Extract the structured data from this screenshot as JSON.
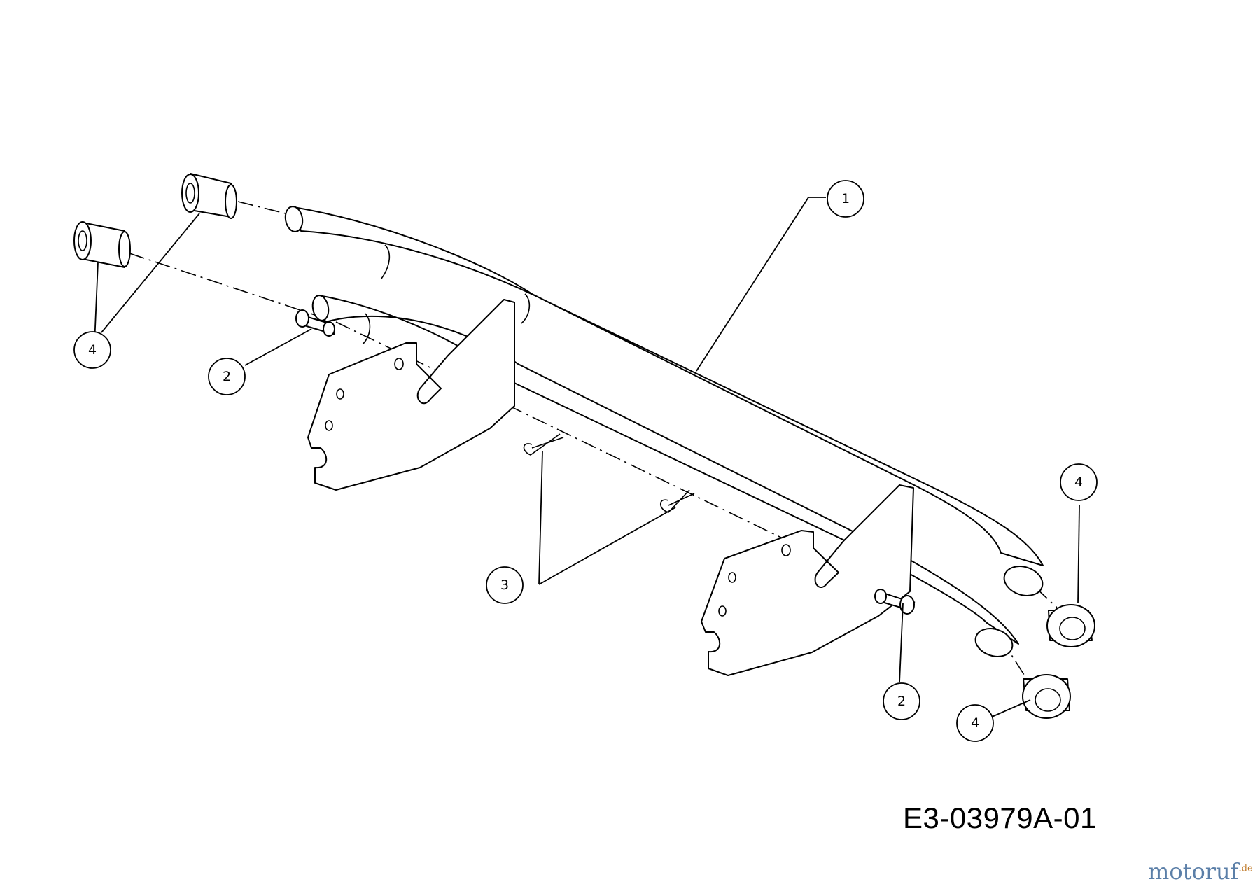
{
  "drawing": {
    "code": "E3-03979A-01"
  },
  "callouts": [
    {
      "id": "c1",
      "label": "1"
    },
    {
      "id": "c2a",
      "label": "2"
    },
    {
      "id": "c2b",
      "label": "2"
    },
    {
      "id": "c3",
      "label": "3"
    },
    {
      "id": "c4a",
      "label": "4"
    },
    {
      "id": "c4b",
      "label": "4"
    },
    {
      "id": "c4c",
      "label": "4"
    }
  ],
  "watermark": {
    "main": "motoruf",
    "tld": ".de"
  },
  "colors": {
    "line": "#000000",
    "watermark_main": "#5b7fa8",
    "watermark_tld": "#c07a2a"
  }
}
